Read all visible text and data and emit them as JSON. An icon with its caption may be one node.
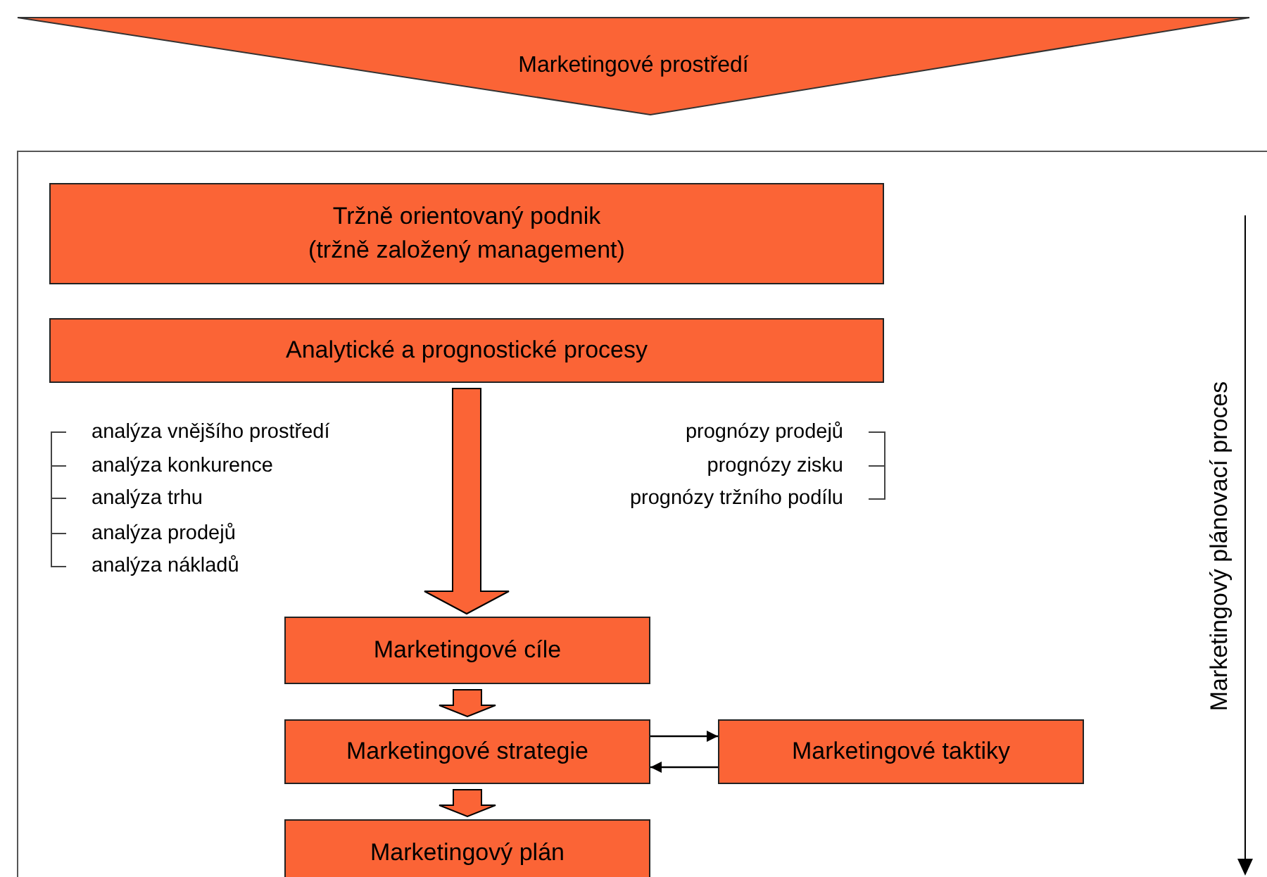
{
  "diagram": {
    "nodes": [
      {
        "text": [
          "Marketingové prostředí"
        ]
      },
      {
        "text": [
          "Tržně orientovaný podnik",
          "(tržně založený management)"
        ]
      },
      {
        "text": [
          "Analytické a prognostické procesy"
        ]
      },
      {
        "text": [
          "Marketingové cíle"
        ]
      },
      {
        "text": [
          "Marketingové strategie"
        ]
      },
      {
        "text": [
          "Marketingové taktiky"
        ]
      },
      {
        "text": [
          "Marketingový plán"
        ]
      }
    ],
    "edges": [
      {
        "from": 2,
        "to": 3,
        "arrow": "to",
        "style": "thick"
      },
      {
        "from": 3,
        "to": 4,
        "arrow": "to",
        "style": "thick"
      },
      {
        "from": 4,
        "to": 6,
        "arrow": "to",
        "style": "thick"
      },
      {
        "from": 4,
        "to": 5,
        "arrow": "to"
      },
      {
        "from": 5,
        "to": 4,
        "arrow": "to"
      }
    ],
    "labels": [
      "analýza vnějšího prostředí",
      "analýza konkurence",
      "analýza trhu",
      "analýza prodejů",
      "analýza nákladů",
      "prognózy prodejů",
      "prognózy zisku",
      "prognózy tržního podílu",
      "Marketingový plánovací proces"
    ]
  }
}
